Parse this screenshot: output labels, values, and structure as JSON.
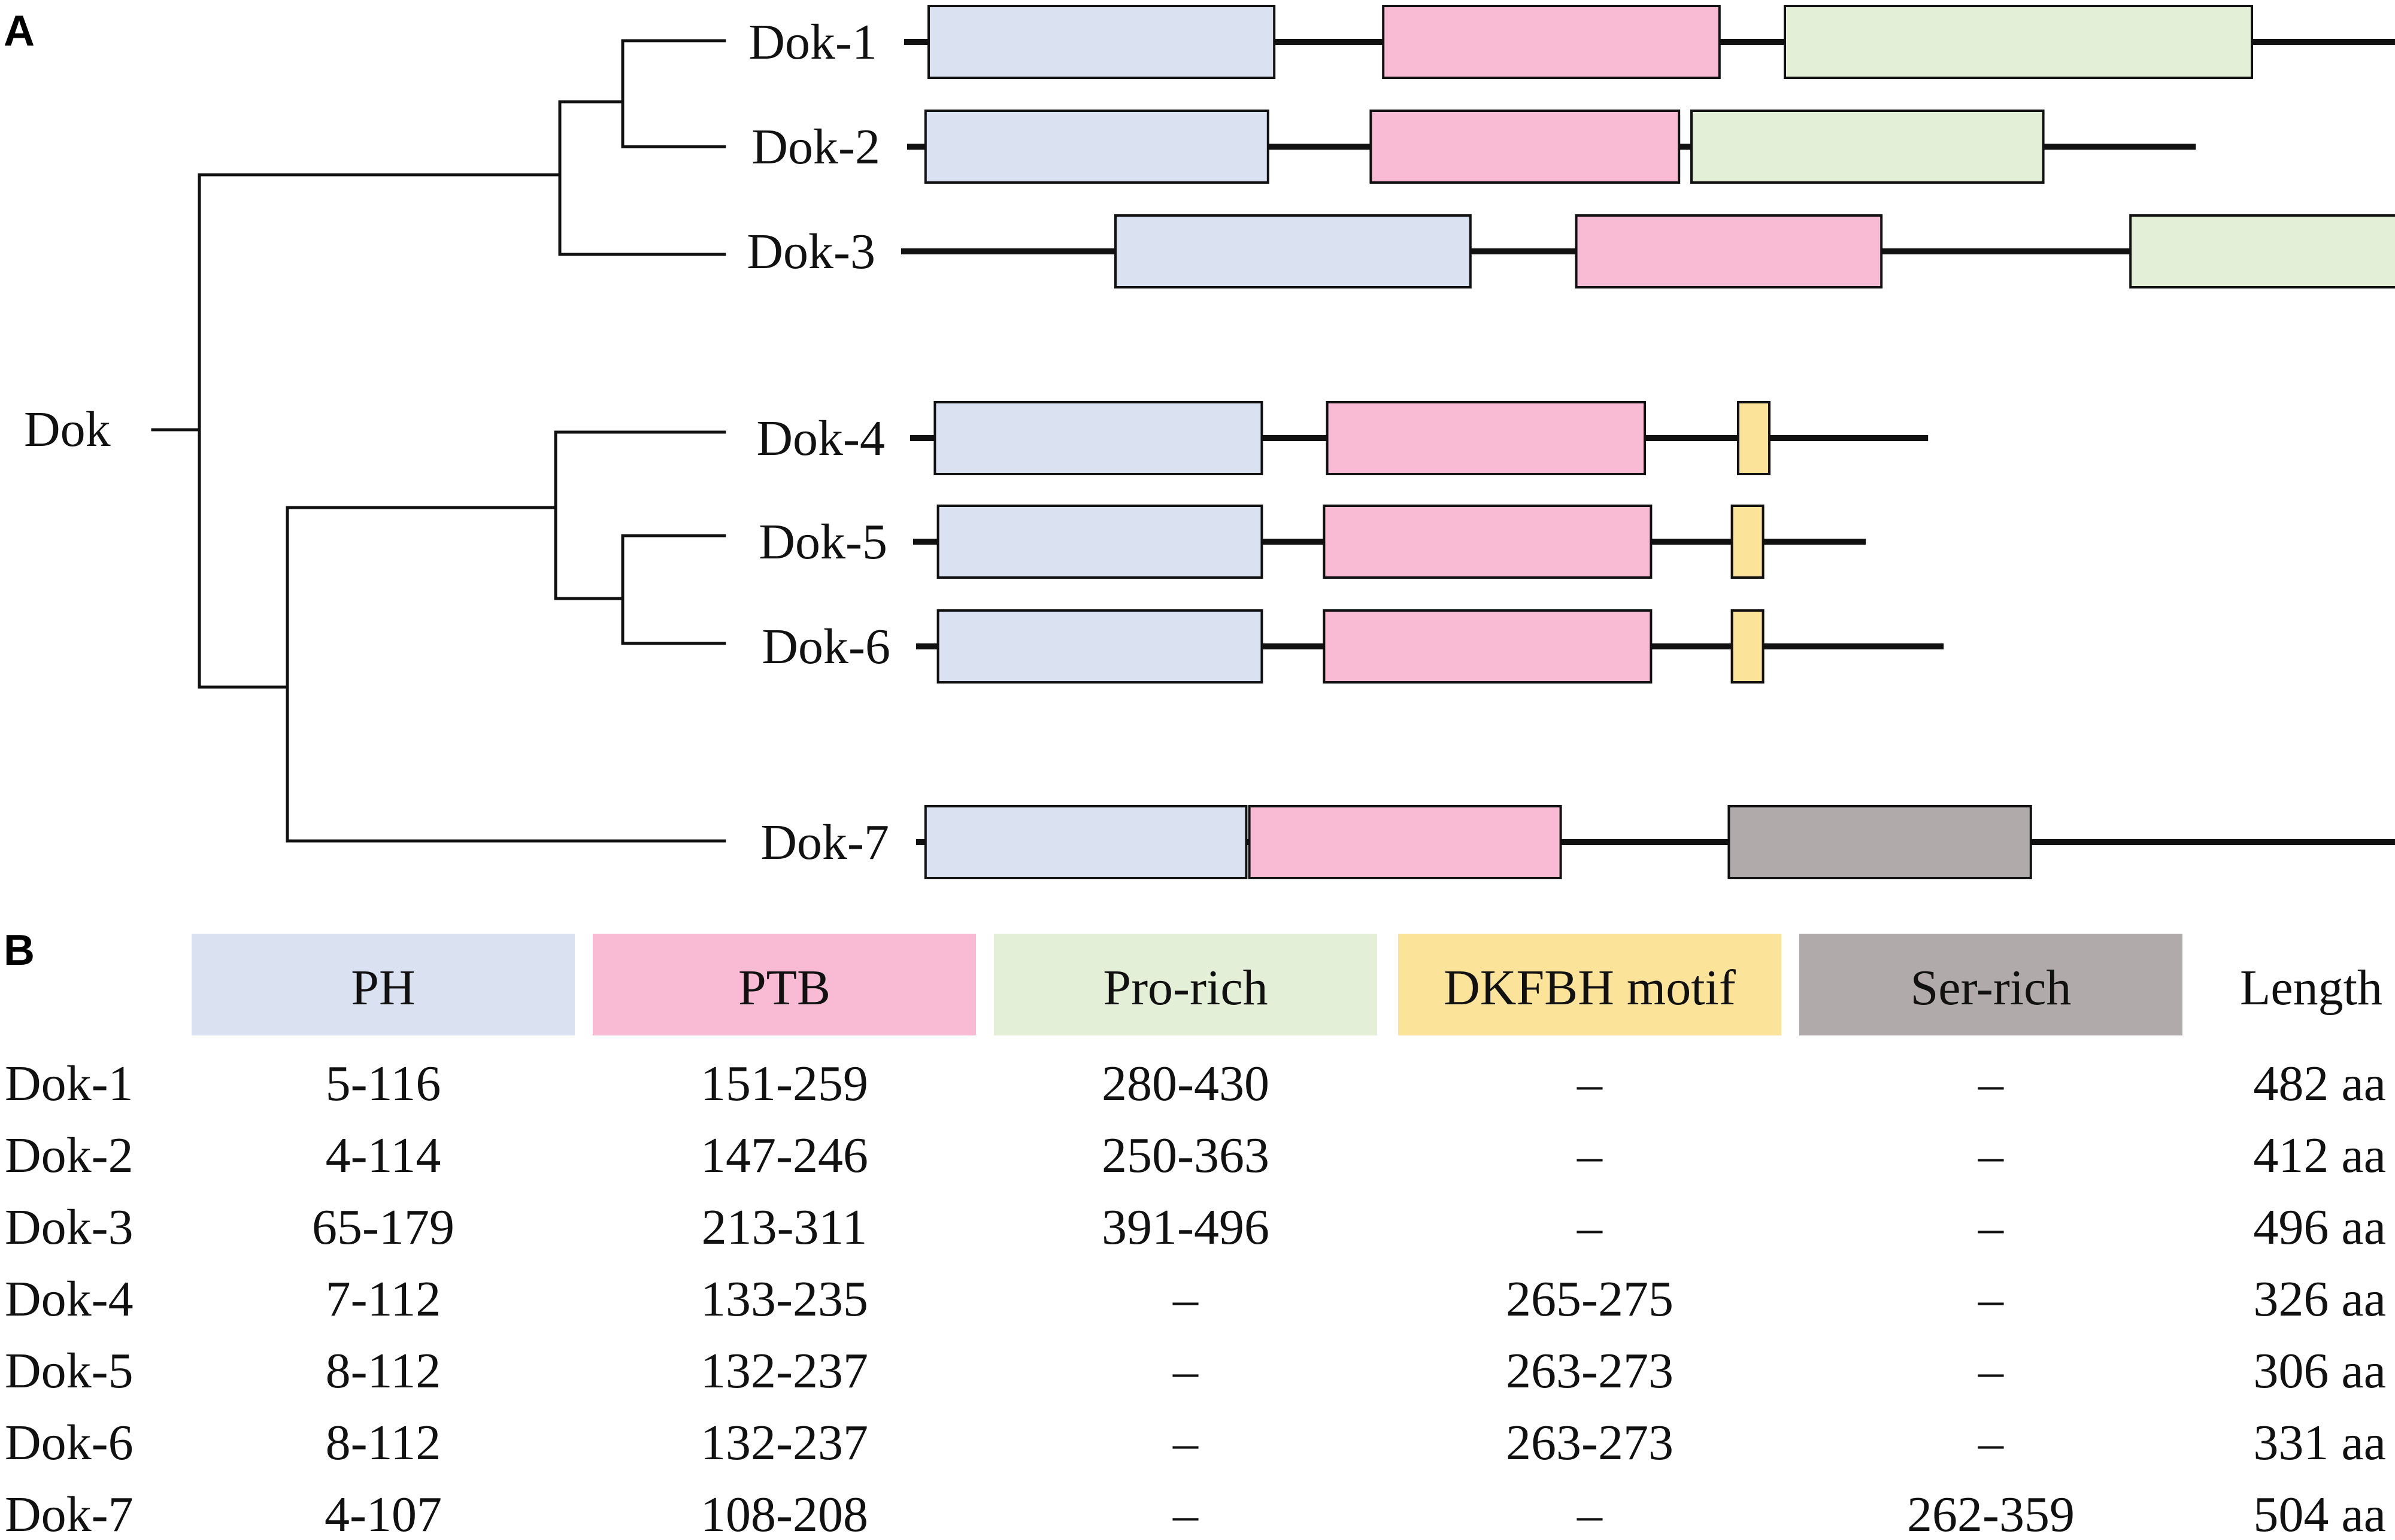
{
  "panels": {
    "a": "A",
    "b": "B"
  },
  "tree": {
    "root_label": "Dok"
  },
  "colors": {
    "PH": "#dae2f1",
    "PTB": "#f8bbd3",
    "Pro-rich": "#e3efd6",
    "DKFBH motif": "#fbe399",
    "Ser-rich": "#b0abaa"
  },
  "proteins": [
    {
      "name": "Dok-1",
      "length": 482,
      "domains": [
        {
          "type": "PH",
          "start": 5,
          "end": 116
        },
        {
          "type": "PTB",
          "start": 151,
          "end": 259
        },
        {
          "type": "Pro-rich",
          "start": 280,
          "end": 430
        }
      ]
    },
    {
      "name": "Dok-2",
      "length": 412,
      "domains": [
        {
          "type": "PH",
          "start": 4,
          "end": 114
        },
        {
          "type": "PTB",
          "start": 147,
          "end": 246
        },
        {
          "type": "Pro-rich",
          "start": 250,
          "end": 363
        }
      ]
    },
    {
      "name": "Dok-3",
      "length": 496,
      "domains": [
        {
          "type": "PH",
          "start": 65,
          "end": 179
        },
        {
          "type": "PTB",
          "start": 213,
          "end": 311
        },
        {
          "type": "Pro-rich",
          "start": 391,
          "end": 496
        }
      ]
    },
    {
      "name": "Dok-4",
      "length": 326,
      "domains": [
        {
          "type": "PH",
          "start": 7,
          "end": 112
        },
        {
          "type": "PTB",
          "start": 133,
          "end": 235
        },
        {
          "type": "DKFBH motif",
          "start": 265,
          "end": 275
        }
      ]
    },
    {
      "name": "Dok-5",
      "length": 306,
      "domains": [
        {
          "type": "PH",
          "start": 8,
          "end": 112
        },
        {
          "type": "PTB",
          "start": 132,
          "end": 237
        },
        {
          "type": "DKFBH motif",
          "start": 263,
          "end": 273
        }
      ]
    },
    {
      "name": "Dok-6",
      "length": 331,
      "domains": [
        {
          "type": "PH",
          "start": 8,
          "end": 112
        },
        {
          "type": "PTB",
          "start": 132,
          "end": 237
        },
        {
          "type": "DKFBH motif",
          "start": 263,
          "end": 273
        }
      ]
    },
    {
      "name": "Dok-7",
      "length": 504,
      "domains": [
        {
          "type": "PH",
          "start": 4,
          "end": 107
        },
        {
          "type": "PTB",
          "start": 108,
          "end": 208
        },
        {
          "type": "Ser-rich",
          "start": 262,
          "end": 359
        }
      ]
    }
  ],
  "table": {
    "headers": [
      "PH",
      "PTB",
      "Pro-rich",
      "DKFBH motif",
      "Ser-rich"
    ],
    "length_header": "Length",
    "rows": [
      {
        "name": "Dok-1",
        "cells": [
          "5-116",
          "151-259",
          "280-430",
          "–",
          "–"
        ],
        "length": "482 aa"
      },
      {
        "name": "Dok-2",
        "cells": [
          "4-114",
          "147-246",
          "250-363",
          "–",
          "–"
        ],
        "length": "412 aa"
      },
      {
        "name": "Dok-3",
        "cells": [
          "65-179",
          "213-311",
          "391-496",
          "–",
          "–"
        ],
        "length": "496 aa"
      },
      {
        "name": "Dok-4",
        "cells": [
          "7-112",
          "133-235",
          "–",
          "265-275",
          "–"
        ],
        "length": "326 aa"
      },
      {
        "name": "Dok-5",
        "cells": [
          "8-112",
          "132-237",
          "–",
          "263-273",
          "–"
        ],
        "length": "306 aa"
      },
      {
        "name": "Dok-6",
        "cells": [
          "8-112",
          "132-237",
          "–",
          "263-273",
          "–"
        ],
        "length": "331 aa"
      },
      {
        "name": "Dok-7",
        "cells": [
          "4-107",
          "108-208",
          "–",
          "–",
          "262-359"
        ],
        "length": "504 aa"
      }
    ]
  }
}
